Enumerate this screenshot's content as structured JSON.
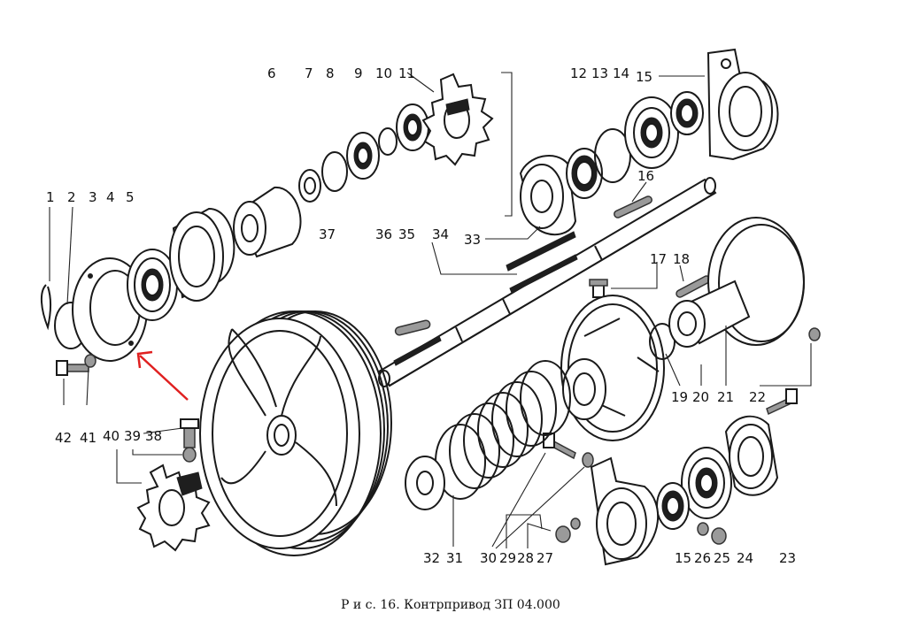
{
  "figure": {
    "caption": "Р и с. 16. Контрпривод ЗП 04.000",
    "arrow_color": "#e02020",
    "parts": [
      {
        "id": "p1",
        "label": "1"
      },
      {
        "id": "p2",
        "label": "2"
      },
      {
        "id": "p3",
        "label": "3"
      },
      {
        "id": "p4",
        "label": "4"
      },
      {
        "id": "p5",
        "label": "5"
      },
      {
        "id": "p6",
        "label": "6"
      },
      {
        "id": "p7",
        "label": "7"
      },
      {
        "id": "p8",
        "label": "8"
      },
      {
        "id": "p9",
        "label": "9"
      },
      {
        "id": "p10",
        "label": "10"
      },
      {
        "id": "p11",
        "label": "11"
      },
      {
        "id": "p12",
        "label": "12"
      },
      {
        "id": "p13",
        "label": "13"
      },
      {
        "id": "p14",
        "label": "14"
      },
      {
        "id": "p15a",
        "label": "15"
      },
      {
        "id": "p16",
        "label": "16"
      },
      {
        "id": "p17",
        "label": "17"
      },
      {
        "id": "p18",
        "label": "18"
      },
      {
        "id": "p19",
        "label": "19"
      },
      {
        "id": "p20",
        "label": "20"
      },
      {
        "id": "p21",
        "label": "21"
      },
      {
        "id": "p22",
        "label": "22"
      },
      {
        "id": "p23",
        "label": "23"
      },
      {
        "id": "p24",
        "label": "24"
      },
      {
        "id": "p25",
        "label": "25"
      },
      {
        "id": "p26",
        "label": "26"
      },
      {
        "id": "p15b",
        "label": "15"
      },
      {
        "id": "p27",
        "label": "27"
      },
      {
        "id": "p28",
        "label": "28"
      },
      {
        "id": "p29",
        "label": "29"
      },
      {
        "id": "p30",
        "label": "30"
      },
      {
        "id": "p31",
        "label": "31"
      },
      {
        "id": "p32",
        "label": "32"
      },
      {
        "id": "p33",
        "label": "33"
      },
      {
        "id": "p34",
        "label": "34"
      },
      {
        "id": "p35",
        "label": "35"
      },
      {
        "id": "p36",
        "label": "36"
      },
      {
        "id": "p37",
        "label": "37"
      },
      {
        "id": "p38",
        "label": "38"
      },
      {
        "id": "p39",
        "label": "39"
      },
      {
        "id": "p40",
        "label": "40"
      },
      {
        "id": "p41",
        "label": "41"
      },
      {
        "id": "p42",
        "label": "42"
      }
    ]
  }
}
